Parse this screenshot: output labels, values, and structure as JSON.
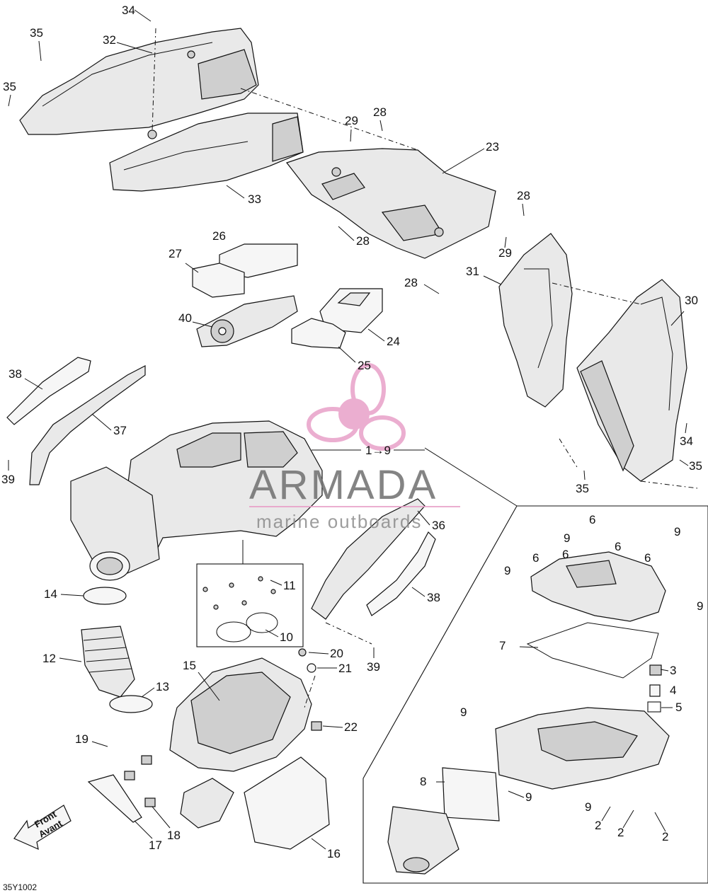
{
  "callouts": [
    {
      "id": "c34a",
      "text": "34"
    },
    {
      "id": "c35a",
      "text": "35"
    },
    {
      "id": "c32",
      "text": "32"
    },
    {
      "id": "c35b",
      "text": "35"
    },
    {
      "id": "c33",
      "text": "33"
    },
    {
      "id": "c29a",
      "text": "29"
    },
    {
      "id": "c28a",
      "text": "28"
    },
    {
      "id": "c23",
      "text": "23"
    },
    {
      "id": "c28b",
      "text": "28"
    },
    {
      "id": "c28c",
      "text": "28"
    },
    {
      "id": "c29b",
      "text": "29"
    },
    {
      "id": "c26",
      "text": "26"
    },
    {
      "id": "c27",
      "text": "27"
    },
    {
      "id": "c28d",
      "text": "28"
    },
    {
      "id": "c31",
      "text": "31"
    },
    {
      "id": "c30",
      "text": "30"
    },
    {
      "id": "c40",
      "text": "40"
    },
    {
      "id": "c24",
      "text": "24"
    },
    {
      "id": "c25",
      "text": "25"
    },
    {
      "id": "c38a",
      "text": "38"
    },
    {
      "id": "c37",
      "text": "37"
    },
    {
      "id": "c39a",
      "text": "39"
    },
    {
      "id": "c34b",
      "text": "34"
    },
    {
      "id": "c35c",
      "text": "35"
    },
    {
      "id": "c35d",
      "text": "35"
    },
    {
      "id": "c19",
      "text": "1→9"
    },
    {
      "id": "c36",
      "text": "36"
    },
    {
      "id": "c11",
      "text": "11"
    },
    {
      "id": "c10",
      "text": "10"
    },
    {
      "id": "c14",
      "text": "14"
    },
    {
      "id": "c38b",
      "text": "38"
    },
    {
      "id": "c12",
      "text": "12"
    },
    {
      "id": "c20",
      "text": "20"
    },
    {
      "id": "c21",
      "text": "21"
    },
    {
      "id": "c39b",
      "text": "39"
    },
    {
      "id": "c15",
      "text": "15"
    },
    {
      "id": "c13",
      "text": "13"
    },
    {
      "id": "c22",
      "text": "22"
    },
    {
      "id": "c19b",
      "text": "19"
    },
    {
      "id": "c17",
      "text": "17"
    },
    {
      "id": "c18",
      "text": "18"
    },
    {
      "id": "c16",
      "text": "16"
    },
    {
      "id": "c6a",
      "text": "6"
    },
    {
      "id": "c9a",
      "text": "9"
    },
    {
      "id": "c9b",
      "text": "9"
    },
    {
      "id": "c6b",
      "text": "6"
    },
    {
      "id": "c6c",
      "text": "6"
    },
    {
      "id": "c6d",
      "text": "6"
    },
    {
      "id": "c6e",
      "text": "6"
    },
    {
      "id": "c9c",
      "text": "9"
    },
    {
      "id": "c9d",
      "text": "9"
    },
    {
      "id": "c7",
      "text": "7"
    },
    {
      "id": "c3",
      "text": "3"
    },
    {
      "id": "c4",
      "text": "4"
    },
    {
      "id": "c5",
      "text": "5"
    },
    {
      "id": "c9e",
      "text": "9"
    },
    {
      "id": "c8",
      "text": "8"
    },
    {
      "id": "c9f",
      "text": "9"
    },
    {
      "id": "c9g",
      "text": "9"
    },
    {
      "id": "c2a",
      "text": "2"
    },
    {
      "id": "c2b",
      "text": "2"
    },
    {
      "id": "c2c",
      "text": "2"
    }
  ],
  "front_arrow": {
    "line1": "Front",
    "line2": "Avant"
  },
  "diagram_code": "35Y1002",
  "watermark": {
    "brand": "ARMADA",
    "tagline": "marine outboards",
    "logo": "propeller-logo-icon",
    "color": "#e8a0c8"
  }
}
